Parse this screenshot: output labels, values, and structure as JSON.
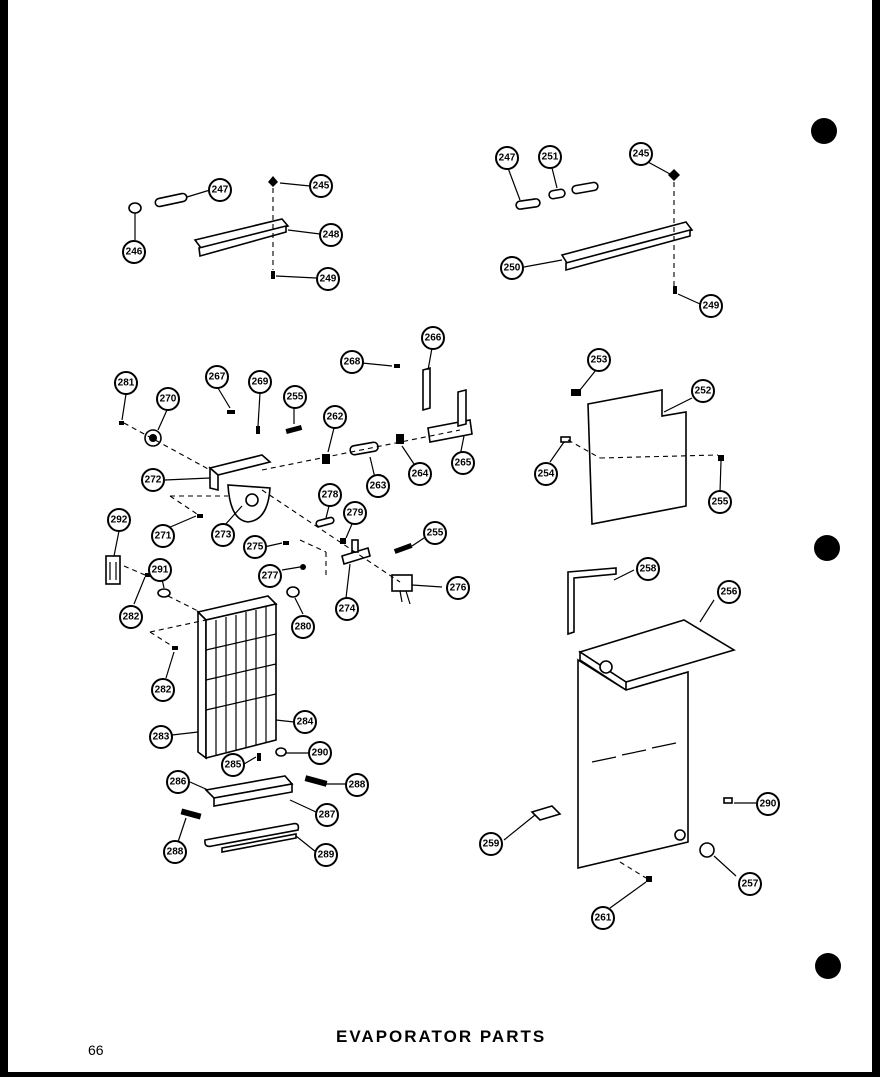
{
  "title": "EVAPORATOR PARTS",
  "page_number": "66",
  "callouts": [
    {
      "id": "c245a",
      "label": "245"
    },
    {
      "id": "c247a",
      "label": "247"
    },
    {
      "id": "c246",
      "label": "246"
    },
    {
      "id": "c248",
      "label": "248"
    },
    {
      "id": "c249a",
      "label": "249"
    },
    {
      "id": "c247b",
      "label": "247"
    },
    {
      "id": "c251",
      "label": "251"
    },
    {
      "id": "c245b",
      "label": "245"
    },
    {
      "id": "c250",
      "label": "250"
    },
    {
      "id": "c249b",
      "label": "249"
    },
    {
      "id": "c268",
      "label": "268"
    },
    {
      "id": "c266",
      "label": "266"
    },
    {
      "id": "c281",
      "label": "281"
    },
    {
      "id": "c270",
      "label": "270"
    },
    {
      "id": "c267",
      "label": "267"
    },
    {
      "id": "c269",
      "label": "269"
    },
    {
      "id": "c255a",
      "label": "255"
    },
    {
      "id": "c262",
      "label": "262"
    },
    {
      "id": "c263",
      "label": "263"
    },
    {
      "id": "c264",
      "label": "264"
    },
    {
      "id": "c265",
      "label": "265"
    },
    {
      "id": "c272",
      "label": "272"
    },
    {
      "id": "c271",
      "label": "271"
    },
    {
      "id": "c273",
      "label": "273"
    },
    {
      "id": "c278",
      "label": "278"
    },
    {
      "id": "c279",
      "label": "279"
    },
    {
      "id": "c255b",
      "label": "255"
    },
    {
      "id": "c275",
      "label": "275"
    },
    {
      "id": "c277",
      "label": "277"
    },
    {
      "id": "c274",
      "label": "274"
    },
    {
      "id": "c276",
      "label": "276"
    },
    {
      "id": "c292",
      "label": "292"
    },
    {
      "id": "c291",
      "label": "291"
    },
    {
      "id": "c282a",
      "label": "282"
    },
    {
      "id": "c280",
      "label": "280"
    },
    {
      "id": "c282b",
      "label": "282"
    },
    {
      "id": "c283",
      "label": "283"
    },
    {
      "id": "c284",
      "label": "284"
    },
    {
      "id": "c285",
      "label": "285"
    },
    {
      "id": "c290a",
      "label": "290"
    },
    {
      "id": "c286",
      "label": "286"
    },
    {
      "id": "c288a",
      "label": "288"
    },
    {
      "id": "c287",
      "label": "287"
    },
    {
      "id": "c288b",
      "label": "288"
    },
    {
      "id": "c289",
      "label": "289"
    },
    {
      "id": "c253",
      "label": "253"
    },
    {
      "id": "c252",
      "label": "252"
    },
    {
      "id": "c254",
      "label": "254"
    },
    {
      "id": "c255c",
      "label": "255"
    },
    {
      "id": "c258",
      "label": "258"
    },
    {
      "id": "c256",
      "label": "256"
    },
    {
      "id": "c290b",
      "label": "290"
    },
    {
      "id": "c259",
      "label": "259"
    },
    {
      "id": "c257",
      "label": "257"
    },
    {
      "id": "c261",
      "label": "261"
    }
  ]
}
